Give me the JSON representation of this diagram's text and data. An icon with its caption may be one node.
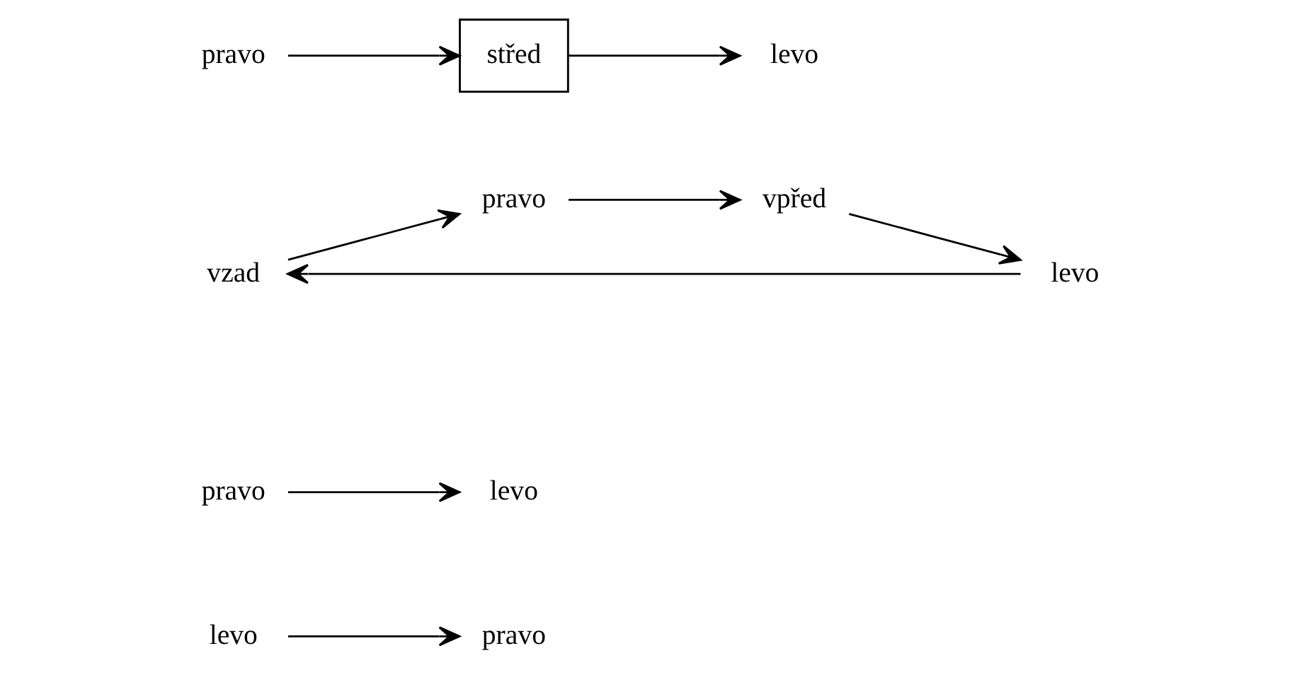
{
  "diagram": {
    "nodes": [
      {
        "text": [
          "levo"
        ]
      },
      {
        "text": [
          "pravo"
        ]
      },
      {
        "text": [
          "levo"
        ]
      },
      {
        "text": [
          "pravo"
        ]
      },
      {
        "text": [
          "vzad"
        ]
      },
      {
        "text": [
          "pravo"
        ]
      },
      {
        "text": [
          "vpřed"
        ]
      },
      {
        "text": [
          "levo"
        ]
      },
      {
        "text": [
          "levo"
        ]
      },
      {
        "text": [
          "střed"
        ]
      },
      {
        "text": [
          "pravo"
        ]
      }
    ],
    "edges": [
      {
        "from": 0,
        "to": 1,
        "arrow": "to"
      },
      {
        "from": 3,
        "to": 2,
        "arrow": "to"
      },
      {
        "from": 7,
        "to": 4,
        "arrow": "to"
      },
      {
        "from": 4,
        "to": 5,
        "arrow": "to"
      },
      {
        "from": 5,
        "to": 6,
        "arrow": "to"
      },
      {
        "from": 6,
        "to": 7,
        "arrow": "to"
      },
      {
        "from": 9,
        "to": 8,
        "arrow": "to"
      },
      {
        "from": 10,
        "to": 9,
        "arrow": "to"
      }
    ]
  }
}
